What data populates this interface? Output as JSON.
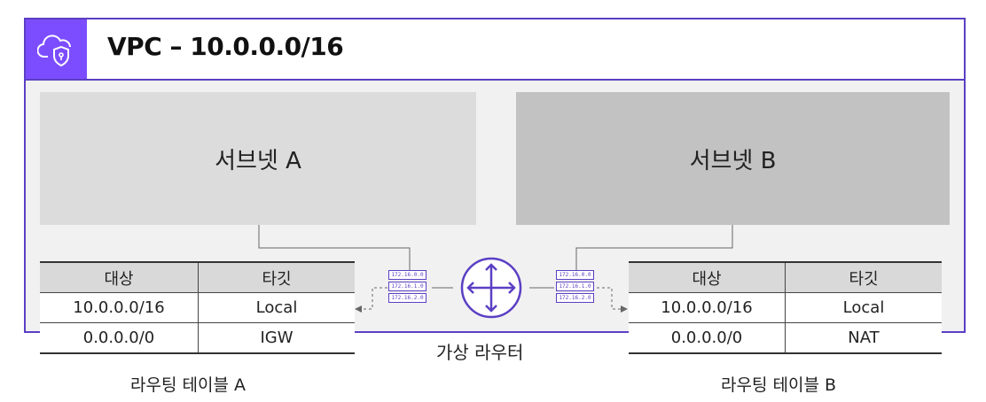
{
  "vpc": {
    "title": "VPC – 10.0.0.0/16",
    "icon": "cloud-shield-icon",
    "accent": "#5b3fc4"
  },
  "subnets": [
    {
      "label": "서브넷 A"
    },
    {
      "label": "서브넷 B"
    }
  ],
  "router": {
    "label": "가상 라우터",
    "icon": "router-arrows-icon",
    "ip_left": [
      "172.16.0.0",
      "172.16.1.0",
      "172.16.2.0"
    ],
    "ip_right": [
      "172.16.0.0",
      "172.16.1.0",
      "172.16.2.0"
    ]
  },
  "route_tables": [
    {
      "label": "라우팅 테이블 A",
      "headers": [
        "대상",
        "타깃"
      ],
      "rows": [
        [
          "10.0.0.0/16",
          "Local"
        ],
        [
          "0.0.0.0/0",
          "IGW"
        ]
      ]
    },
    {
      "label": "라우팅 테이블 B",
      "headers": [
        "대상",
        "타깃"
      ],
      "rows": [
        [
          "10.0.0.0/16",
          "Local"
        ],
        [
          "0.0.0.0/0",
          "NAT"
        ]
      ]
    }
  ]
}
